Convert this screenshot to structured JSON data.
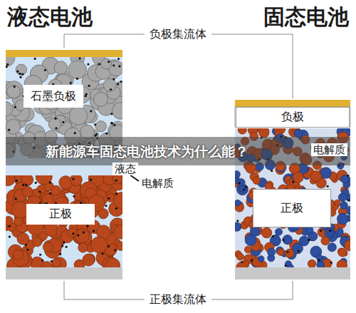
{
  "diagram": {
    "caption": "新能源车固态电池技术为什么能？",
    "nodes": [
      {
        "text": [
          "石墨负极"
        ]
      },
      {
        "text": [
          "正极"
        ]
      },
      {
        "text": [
          "负极"
        ]
      },
      {
        "text": [
          "正极"
        ]
      }
    ],
    "labels": [
      "液态电池",
      "固态电池",
      "负极集流体",
      "液态",
      "电解质",
      "电解质",
      "正极集流体"
    ]
  }
}
